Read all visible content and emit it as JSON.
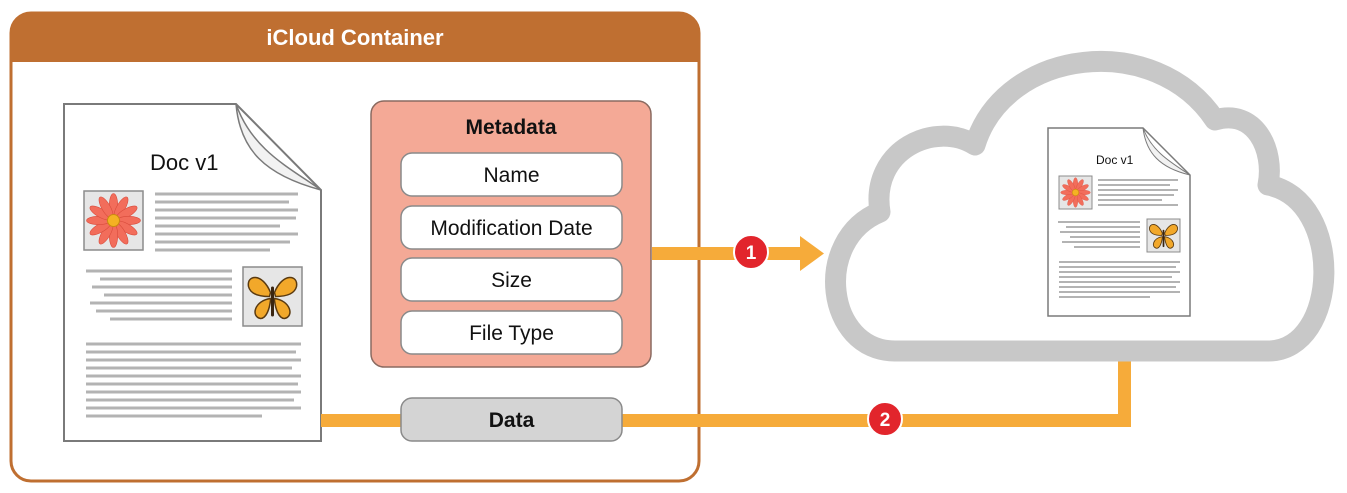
{
  "container": {
    "title": "iCloud Container"
  },
  "document": {
    "title": "Doc v1"
  },
  "metadata": {
    "title": "Metadata",
    "fields": [
      "Name",
      "Modification Date",
      "Size",
      "File Type"
    ]
  },
  "data_label": "Data",
  "cloud_document": {
    "title": "Doc v1"
  },
  "steps": [
    "1",
    "2"
  ],
  "colors": {
    "container_header": "#bf6f31",
    "metadata_fill": "#f4a996",
    "arrow": "#f6ab3a",
    "badge": "#e2252c",
    "cloud": "#c8c8c8",
    "data_fill": "#d4d4d4"
  },
  "icons": [
    "flower-icon",
    "butterfly-icon"
  ]
}
